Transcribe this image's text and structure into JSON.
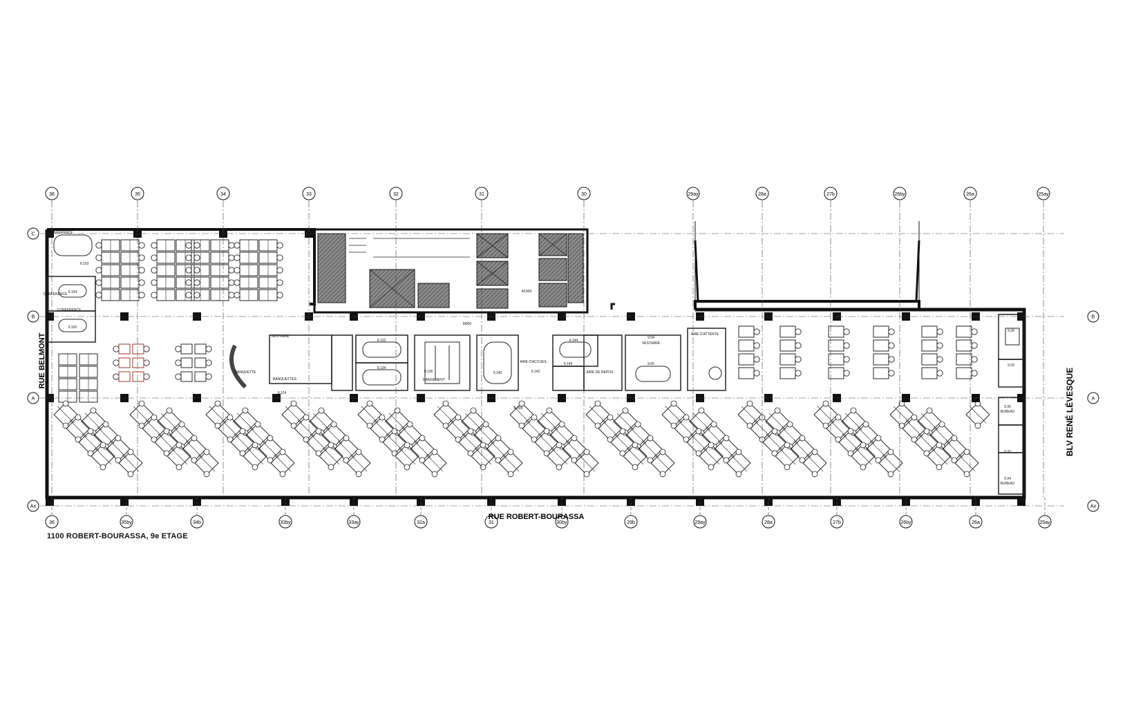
{
  "drawing": {
    "caption": "1100 ROBERT-BOURASSA, 9e ETAGE",
    "streets": {
      "west": "RUE BELMONT",
      "east": "BLV RENÉ LÉVESQUE",
      "south": "RUE ROBERT-BOURASSA"
    },
    "grid_top": [
      "36",
      "35",
      "34",
      "33",
      "32",
      "31",
      "30",
      "29ay",
      "28a",
      "27b",
      "26by",
      "26a",
      "25ay"
    ],
    "grid_bottom": [
      "36",
      "35by",
      "34b",
      "33by",
      "33ay",
      "32a",
      "31",
      "30by",
      "29b",
      "29ay",
      "28a",
      "27b",
      "26by",
      "26a",
      "25ay"
    ],
    "grid_rows_left": [
      "C",
      "B",
      "A",
      "Ax"
    ],
    "grid_rows_right": [
      "B",
      "A",
      "Ax"
    ],
    "rooms": {
      "r9103": "9.103",
      "r9104": "9.104",
      "r9102": "9.102",
      "conf_a": "CONFERENCE",
      "conf_b": "CONFERENCE",
      "conf_c": "CONFERENCE",
      "vestiaire_a": "VESTIAIRE",
      "vestiaire_b": "VESTIAIRE",
      "banquettes": "BANQUETTES",
      "banquette": "BANQUETTE",
      "r9124": "9.124",
      "r9132": "9.132",
      "r9134": "9.134",
      "r9136": "9.136",
      "r9140": "9.140",
      "r9142": "9.142",
      "r9144": "9.144",
      "r9146": "9.146",
      "r904": "9.04",
      "r905": "9.05",
      "r928": "9.28",
      "r929": "9.29",
      "r930": "9.30",
      "r932": "9.32",
      "r934": "9.34",
      "accueil": "AIRE D'ACCUEIL",
      "attente": "AIRE D'ATTENTE",
      "repos": "AIRE DE REPOS",
      "rangement": "RANGEMENT",
      "bureau_a": "BUREAU",
      "bureau_b": "BUREAU",
      "a1000": "A1000",
      "m900": "M900",
      "r9008": "9.008"
    }
  }
}
